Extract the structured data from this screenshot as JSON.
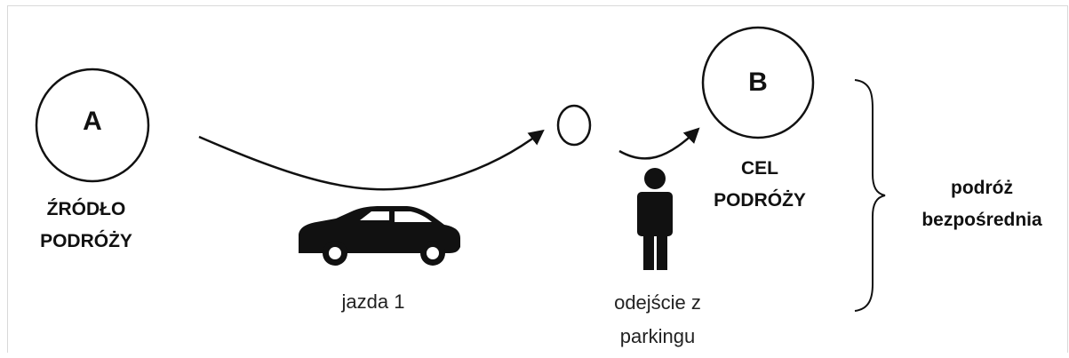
{
  "nodes": {
    "origin": {
      "letter": "A",
      "label_line1": "ŹRÓDŁO",
      "label_line2": "PODRÓŻY"
    },
    "destination": {
      "letter": "B",
      "label_line1": "CEL",
      "label_line2": "PODRÓŻY"
    }
  },
  "segments": {
    "drive": {
      "label": "jazda 1",
      "icon": "car-icon"
    },
    "walk": {
      "label_line1": "odejście z",
      "label_line2": "parkingu",
      "icon": "person-icon"
    }
  },
  "summary": {
    "line1": "podróż",
    "line2": "bezpośrednia"
  }
}
